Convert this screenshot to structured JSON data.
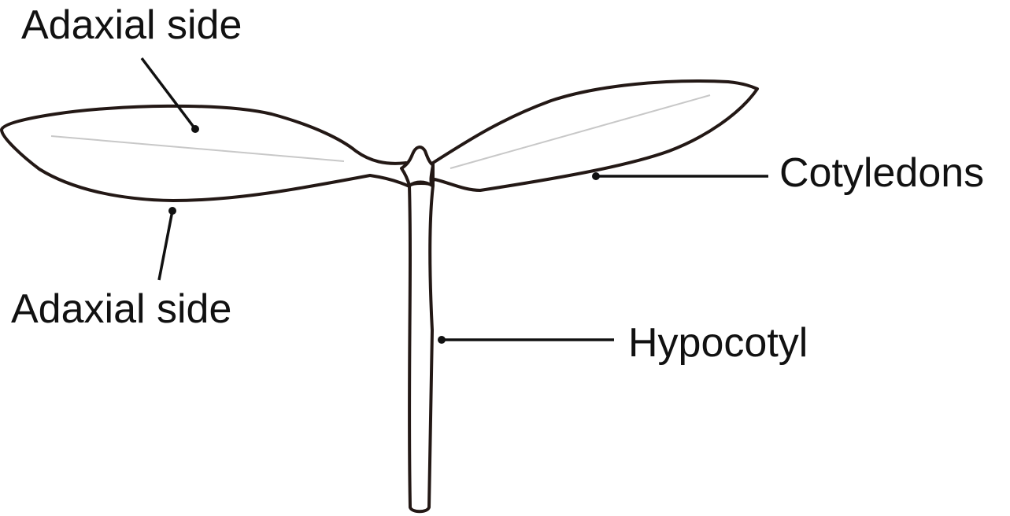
{
  "labels": {
    "adaxial_top": "Adaxial side",
    "adaxial_bottom": "Adaxial side",
    "cotyledons": "Cotyledons",
    "hypocotyl": "Hypocotyl"
  },
  "colors": {
    "outline": "#231815",
    "midrib": "#c8c8c8",
    "leader": "#111111",
    "background": "#ffffff"
  }
}
